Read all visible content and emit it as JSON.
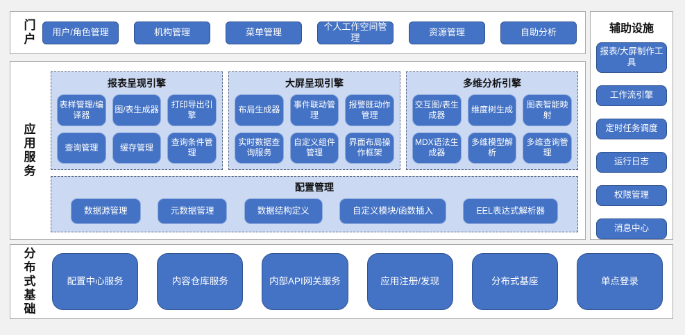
{
  "colors": {
    "page_bg": "#f1f1f1",
    "section_bg": "#ffffff",
    "section_border": "#a8a8a8",
    "accent": "#4472c4",
    "btn_border_dark": "#2f528f",
    "btn_border_light": "#8faadc",
    "panel": "#cbd9f3",
    "dash": "#5a6782"
  },
  "portal": {
    "label": "门户",
    "items": [
      "用户/角色管理",
      "机构管理",
      "菜单管理",
      "个人工作空间管理",
      "资源管理",
      "自助分析"
    ]
  },
  "app_services": {
    "label": "应用服务",
    "engines": [
      {
        "title": "报表呈现引擎",
        "items": [
          "表样管理/编译器",
          "图/表生成器",
          "打印导出引擎",
          "查询管理",
          "缓存管理",
          "查询条件管理"
        ]
      },
      {
        "title": "大屏呈现引擎",
        "items": [
          "布局生成器",
          "事件联动管理",
          "报警既动作管理",
          "实时数据查询服务",
          "自定义组件管理",
          "界面布局操作框架"
        ]
      },
      {
        "title": "多维分析引擎",
        "items": [
          "交互图/表生成器",
          "维度树生成",
          "图表智能映射",
          "MDX语法生成器",
          "多维模型解析",
          "多维查询管理"
        ]
      }
    ],
    "config": {
      "title": "配置管理",
      "items": [
        "数据源管理",
        "元数据管理",
        "数据结构定义",
        "自定义模块/函数插入",
        "EEL表达式解析器"
      ]
    }
  },
  "auxiliary": {
    "label": "辅助设施",
    "items": [
      "报表/大屏制作工具",
      "工作流引擎",
      "定时任务调度",
      "运行日志",
      "权限管理",
      "消息中心"
    ]
  },
  "distributed": {
    "label": "分布式基础",
    "items": [
      "配置中心服务",
      "内容仓库服务",
      "内部API网关服务",
      "应用注册/发现",
      "分布式基座",
      "单点登录"
    ]
  }
}
